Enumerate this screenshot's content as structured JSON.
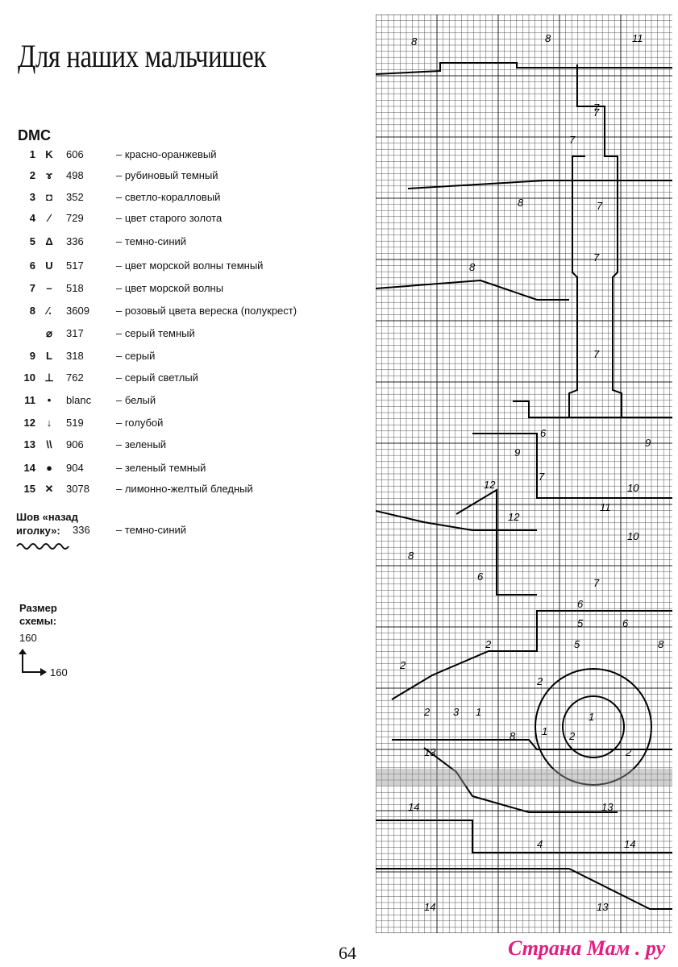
{
  "title": "Для наших мальчишек",
  "dmc_header": "DMC",
  "legend": [
    {
      "num": "1",
      "symbol": "K",
      "code": "606",
      "name": "– красно-оранжевый"
    },
    {
      "num": "2",
      "symbol": "ɤ",
      "code": "498",
      "name": "– рубиновый темный"
    },
    {
      "num": "3",
      "symbol": "◘",
      "code": "352",
      "name": "– светло-коралловый"
    },
    {
      "num": "4",
      "symbol": "∕",
      "code": "729",
      "name": "– цвет старого золота"
    },
    {
      "num": "5",
      "symbol": "Δ",
      "code": "336",
      "name": "– темно-синий"
    },
    {
      "num": "6",
      "symbol": "U",
      "code": "517",
      "name": "– цвет морской волны темный"
    },
    {
      "num": "7",
      "symbol": "–",
      "code": "518",
      "name": "– цвет морской волны"
    },
    {
      "num": "8",
      "symbol": "∕.",
      "code": "3609",
      "name": "– розовый цвета вереска (полукрест)"
    },
    {
      "num": "",
      "symbol": "⌀",
      "code": "317",
      "name": "– серый темный"
    },
    {
      "num": "9",
      "symbol": "L",
      "code": "318",
      "name": "– серый"
    },
    {
      "num": "10",
      "symbol": "⊥",
      "code": "762",
      "name": "– серый светлый"
    },
    {
      "num": "11",
      "symbol": "•",
      "code": "blanc",
      "name": "– белый"
    },
    {
      "num": "12",
      "symbol": "↓",
      "code": "519",
      "name": "– голубой"
    },
    {
      "num": "13",
      "symbol": "\\\\",
      "code": "906",
      "name": "– зеленый"
    },
    {
      "num": "14",
      "symbol": "●",
      "code": "904",
      "name": "– зеленый темный"
    },
    {
      "num": "15",
      "symbol": "✕",
      "code": "3078",
      "name": "– лимонно-желтый бледный"
    }
  ],
  "backstitch": {
    "label_line1": "Шов «назад",
    "label_line2": "иголку»:",
    "code": "336",
    "name": "– темно-синий"
  },
  "size": {
    "label_line1": "Размер",
    "label_line2": "схемы:",
    "width": "160",
    "height": "160"
  },
  "chart_numbers": [
    "8",
    "8",
    "11",
    "7",
    "7",
    "8",
    "7",
    "7",
    "8",
    "7",
    "7",
    "9",
    "6",
    "9",
    "7",
    "12",
    "10",
    "12",
    "11",
    "10",
    "8",
    "6",
    "7",
    "6",
    "5",
    "6",
    "2",
    "5",
    "8",
    "2",
    "2",
    "2",
    "3",
    "1",
    "1",
    "1",
    "2",
    "2",
    "8",
    "13",
    "14",
    "13",
    "4",
    "14",
    "14",
    "13"
  ],
  "page_number": "64",
  "watermark": "Страна Мам . ру"
}
